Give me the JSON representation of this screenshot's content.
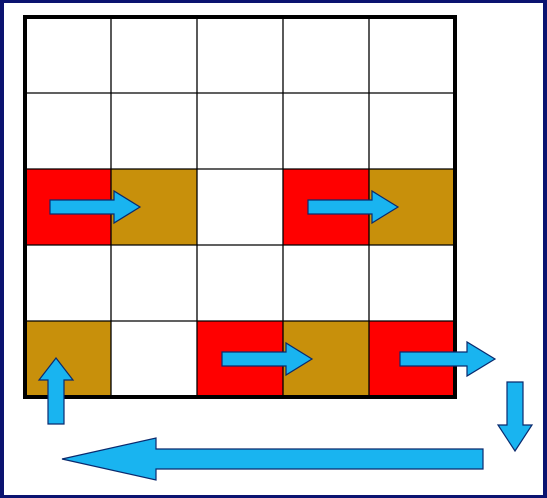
{
  "grid": {
    "rows": 5,
    "cols": 5,
    "colors": {
      "empty": "#ffffff",
      "red": "#ff0000",
      "gold": "#c8900b",
      "line": "#000000",
      "arrow_fill": "#19b4f0",
      "arrow_stroke": "#0a2a6e"
    },
    "cells": [
      [
        "empty",
        "empty",
        "empty",
        "empty",
        "empty"
      ],
      [
        "empty",
        "empty",
        "empty",
        "empty",
        "empty"
      ],
      [
        "red",
        "gold",
        "empty",
        "red",
        "gold"
      ],
      [
        "empty",
        "empty",
        "empty",
        "empty",
        "empty"
      ],
      [
        "gold",
        "empty",
        "red",
        "gold",
        "red"
      ]
    ]
  },
  "arrows": [
    {
      "name": "move-arrow-row3-col1",
      "direction": "right",
      "row": 3,
      "from_col": 1,
      "to_col": 2
    },
    {
      "name": "move-arrow-row3-col4",
      "direction": "right",
      "row": 3,
      "from_col": 4,
      "to_col": 5
    },
    {
      "name": "move-arrow-row5-col3",
      "direction": "right",
      "row": 5,
      "from_col": 3,
      "to_col": 4
    },
    {
      "name": "wrap-arrow-row5-col5",
      "direction": "right",
      "row": 5,
      "from_col": 5,
      "to_col": "outside"
    },
    {
      "name": "wrap-arrow-down",
      "direction": "down"
    },
    {
      "name": "wrap-arrow-left",
      "direction": "left"
    },
    {
      "name": "wrap-arrow-up",
      "direction": "up"
    }
  ]
}
